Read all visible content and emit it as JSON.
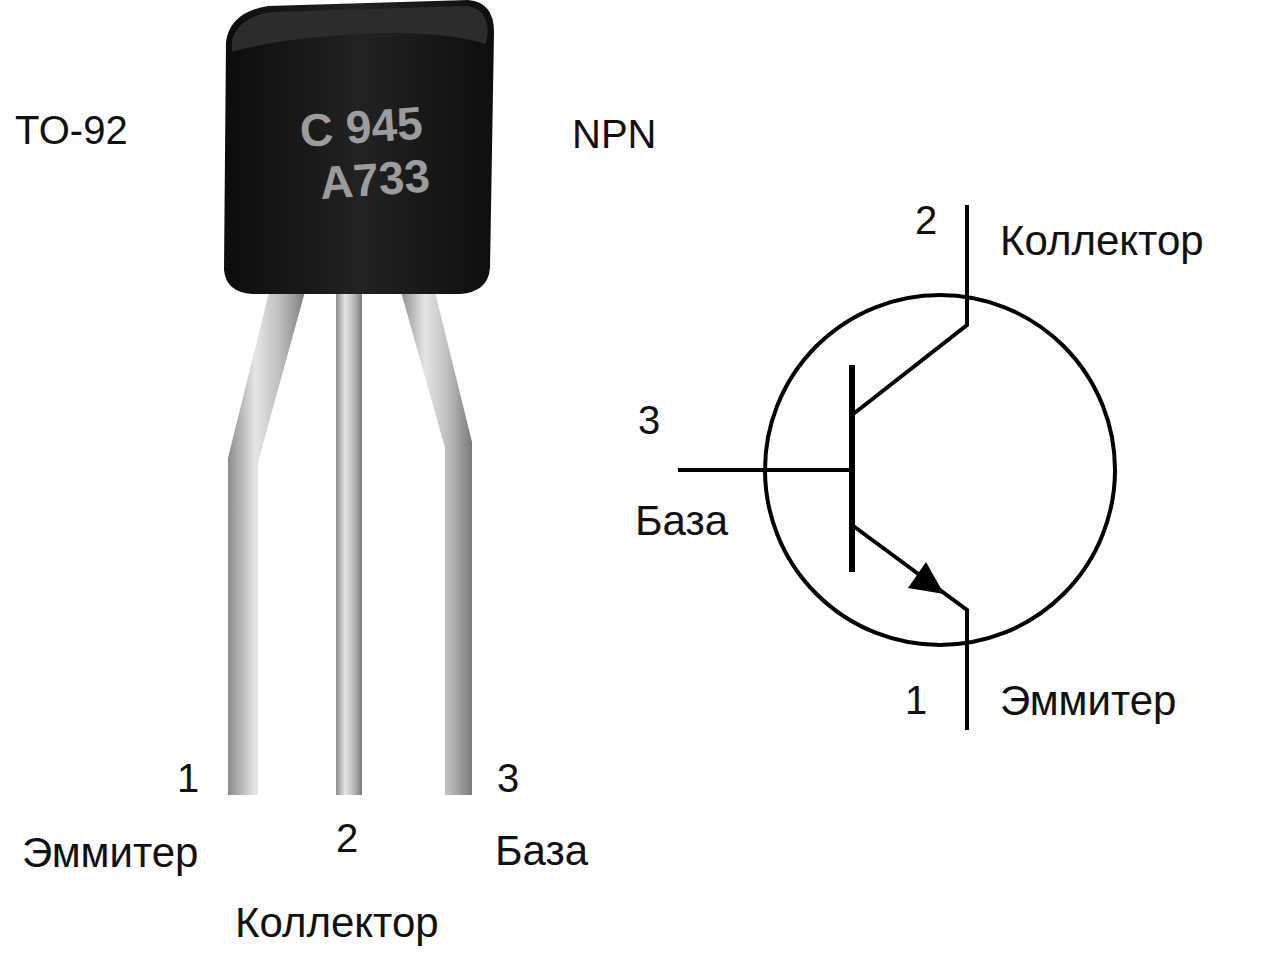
{
  "diagram": {
    "labels": [
      "TO-92",
      "C 945",
      "A733",
      "NPN",
      "1",
      "Эммитер",
      "2",
      "Коллектор",
      "3",
      "База",
      "2",
      "Коллектор",
      "3",
      "База",
      "1",
      "Эммитер"
    ]
  }
}
